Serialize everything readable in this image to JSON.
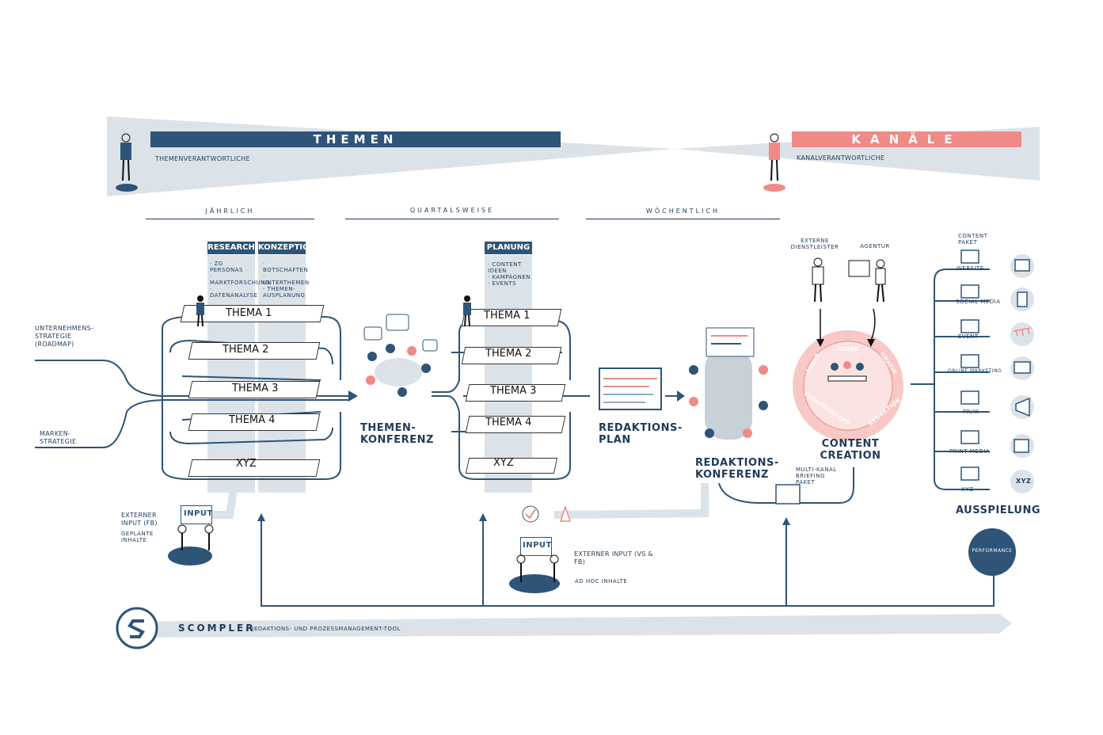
{
  "header": {
    "themen_title": "THEMEN",
    "themen_sub": "THEMENVERANTWORTLICHE",
    "kanaele_title": "KANÄLE",
    "kanaele_sub": "KANALVERANTWORTLICHE"
  },
  "timeline": {
    "jaehrlich": "JÄHRLICH",
    "quartalsweise": "QUARTALSWEISE",
    "woechentlich": "WÖCHENTLICH"
  },
  "inputs": {
    "unternehmen": "UNTERNEHMENS-STRATEGIE (ROADMAP)",
    "marken": "MARKEN-STRATEGIE"
  },
  "research": {
    "title": "RESEARCH",
    "items": [
      "· ZG PERSONAS",
      "· MARKTFORSCHUNG",
      "· DATENANALYSE"
    ]
  },
  "konzeption": {
    "title": "KONZEPTION",
    "items": [
      "· BOTSCHAFTEN",
      "· UNTERTHEMEN",
      "· THEMEN-AUSPLANUNG"
    ]
  },
  "planung": {
    "title": "PLANUNG",
    "items": [
      "· CONTENT IDEEN",
      "· KAMPAGNEN",
      "· EVENTS"
    ]
  },
  "themen_block_1": [
    "THEMA 1",
    "THEMA 2",
    "THEMA 3",
    "THEMA 4",
    "XYZ"
  ],
  "themen_block_2": [
    "THEMA 1",
    "THEMA 2",
    "THEMA 3",
    "THEMA 4",
    "XYZ"
  ],
  "stages": {
    "themenkonferenz": "THEMEN-KONFERENZ",
    "redaktionsplan": "REDAKTIONS-PLAN",
    "redaktionskonferenz": "REDAKTIONS-KONFERENZ",
    "content_creation": "CONTENT CREATION",
    "ausspielung": "AUSSPIELUNG",
    "briefing": "MULTI-KANAL BRIEFING PAKET"
  },
  "providers": {
    "externe": "EXTERNE DIENSTLEISTER",
    "agentur": "AGENTUR"
  },
  "content_ring": [
    "AUDIO",
    "VIDEO",
    "GRAFIK",
    "REDAKTION",
    "EVENTKONZEPT"
  ],
  "channels": [
    "CONTENT PAKET",
    "WEBSITE",
    "SOCIAL MEDIA",
    "EVENT",
    "ONLINE MARKETING",
    "PR/IK",
    "PRINT MEDIA",
    "XYZ"
  ],
  "channel_icon_xyz": "XYZ",
  "performance": "PERFORMANCE",
  "external_input_1": {
    "sign": "INPUT",
    "title": "EXTERNER INPUT (FB)",
    "sub": "GEPLANTE INHALTE"
  },
  "external_input_2": {
    "sign": "INPUT",
    "title": "EXTERNER INPUT (VS & FB)",
    "sub": "AD HOC INHALTE"
  },
  "tool": {
    "name": "SCOMPLER",
    "desc": ": REDAKTIONS- UND PROZESSMANAGEMENT-TOOL"
  },
  "colors": {
    "navy": "#2e5478",
    "coral": "#ef8a87",
    "grey": "#dbe3e9"
  }
}
